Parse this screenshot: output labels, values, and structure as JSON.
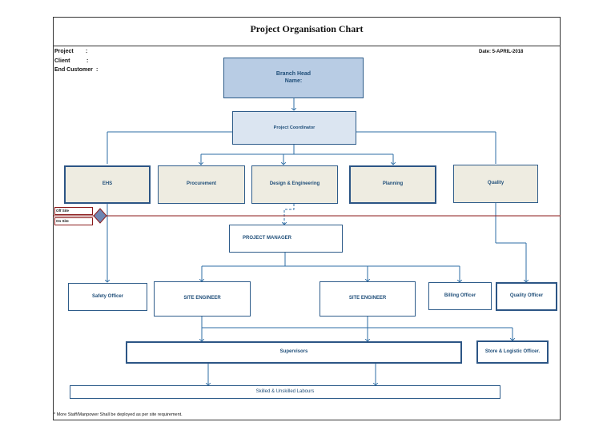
{
  "title": "Project Organisation Chart",
  "header": {
    "project_label": "Project",
    "client_label": "Client",
    "end_customer_label": "End Customer",
    "colon": ":",
    "date": "Date: 5-APRIL-2018"
  },
  "nodes": {
    "branch_head_line1": "Branch Head",
    "branch_head_line2": "Name:",
    "project_coordinator": "Project Coordinator",
    "ehs": "EHS",
    "procurement": "Procurement",
    "design_engineering": "Design & Engineering",
    "planning": "Planning",
    "quality": "Quality",
    "project_manager": "PROJECT MANAGER",
    "safety_officer": "Safety Officer",
    "site_engineer_1": "SITE ENGINEER",
    "site_engineer_2": "SITE ENGINEER",
    "billing_officer": "Billing Officer",
    "quality_officer": "Quality Officer",
    "supervisors": "Supervisors",
    "store_logistic": "Store & Logistic Officer.",
    "labours": "Skilled & Unskilled Labours"
  },
  "site_tags": {
    "off_site": "Off Site",
    "on_site": "On Site"
  },
  "footnote": "* More Staff/Manpower Shall be deployed as per site requirement.",
  "colors": {
    "connector": "#2e6da4",
    "site_divider": "#8b1a1a",
    "branch_head_fill": "#b8cce4",
    "coordinator_fill": "#dbe5f1",
    "department_fill": "#eeece1"
  }
}
